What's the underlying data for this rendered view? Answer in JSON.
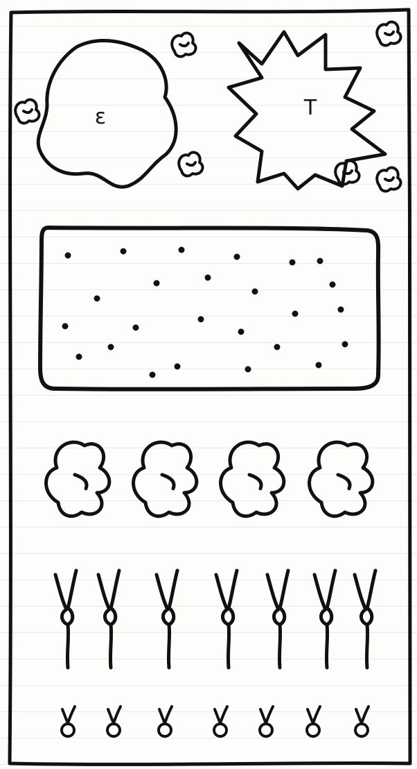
{
  "colors": {
    "ink": "#111111",
    "paper": "#fdfdfc"
  },
  "plan": {
    "top_shapes": [
      {
        "kind": "round-canopy",
        "label": "ε"
      },
      {
        "kind": "spiky-canopy",
        "label": "T"
      }
    ],
    "small_shrub_count": 6,
    "bed": {
      "kind": "dotted-bed",
      "dot_count": 25
    },
    "bushes": {
      "count": 4
    },
    "tall_plants": {
      "count": 7
    },
    "small_plants": {
      "count": 7
    }
  }
}
